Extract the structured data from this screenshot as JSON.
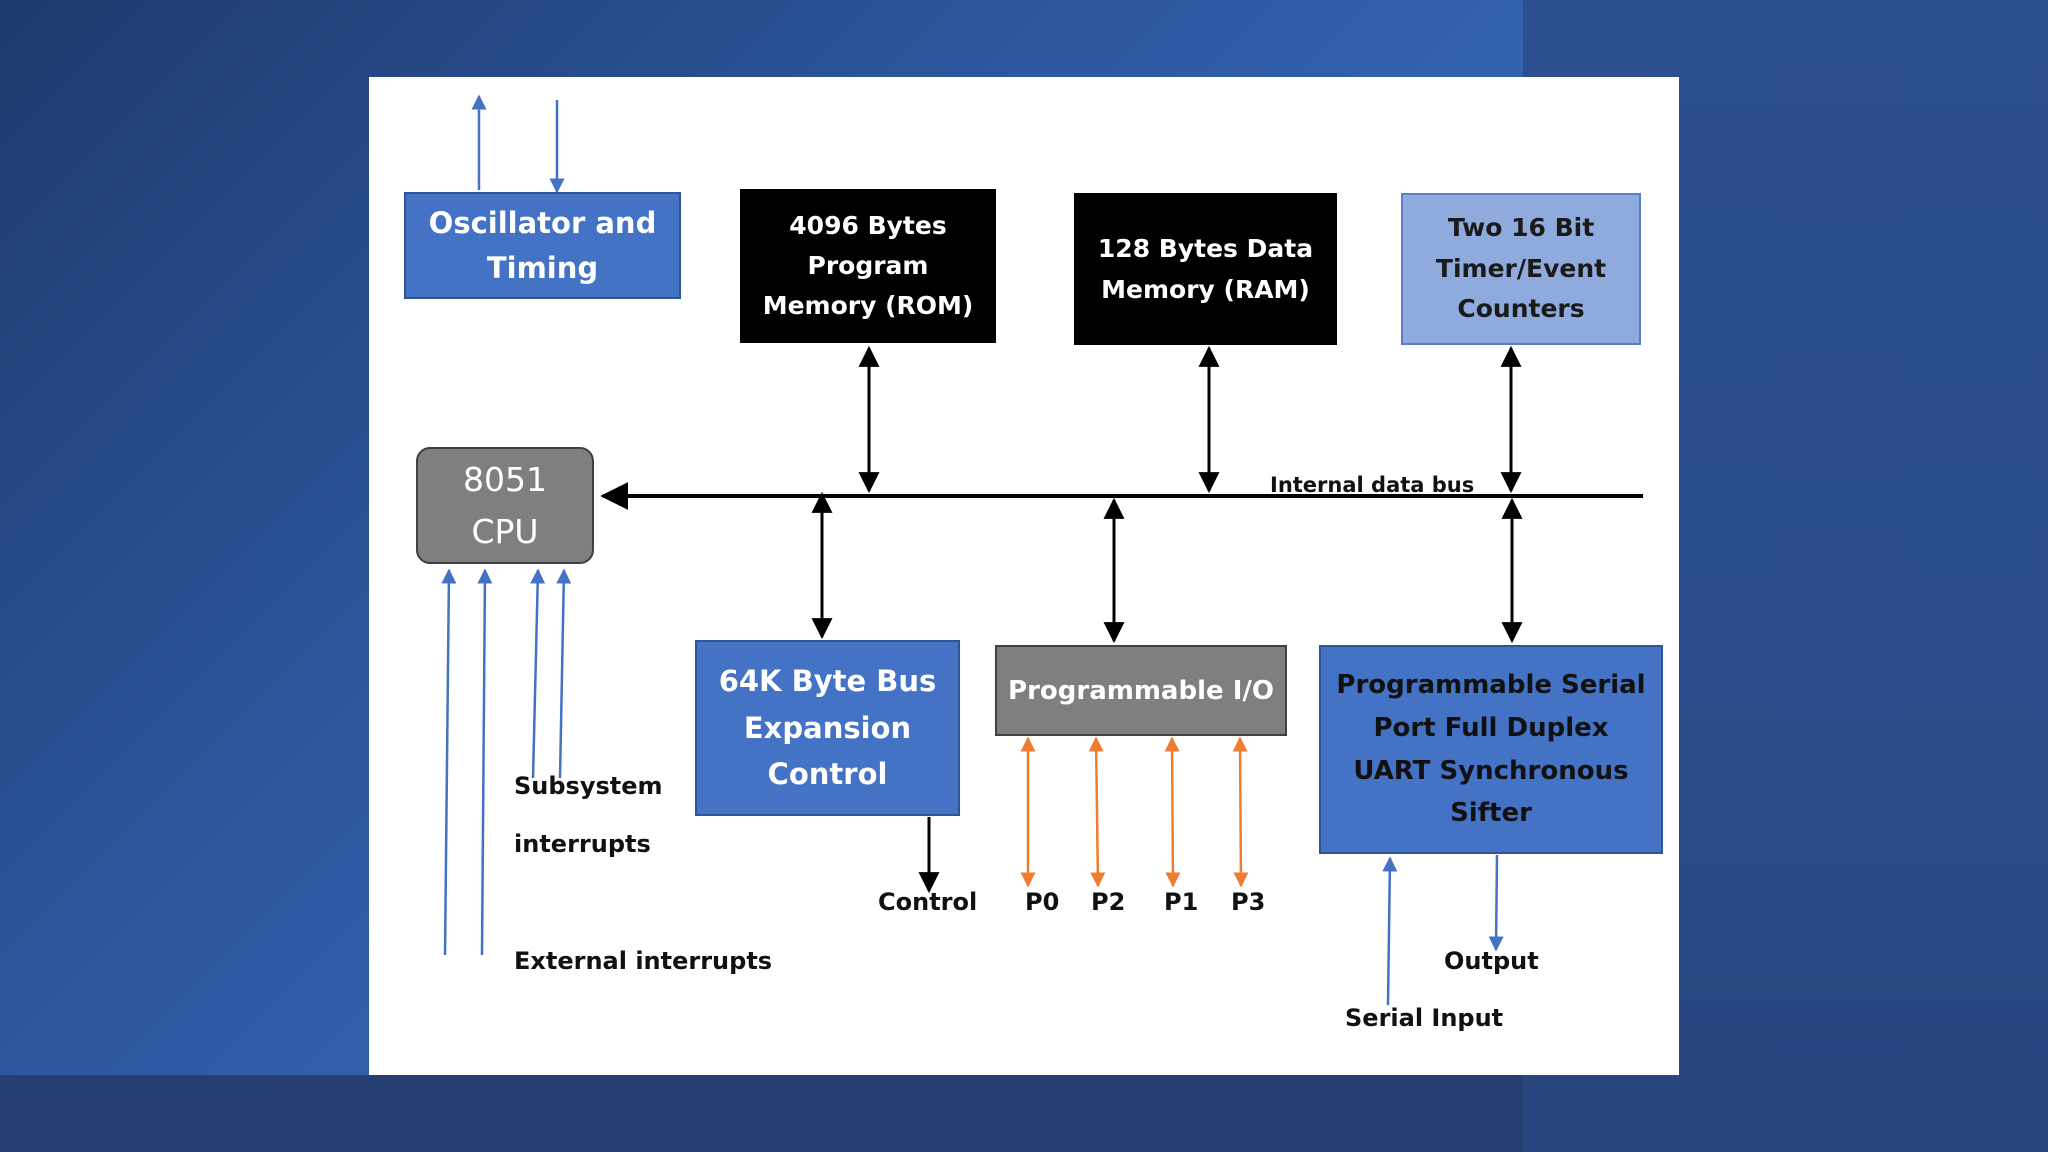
{
  "boxes": {
    "oscillator": "Oscillator and\nTiming",
    "rom": "4096 Bytes\nProgram\nMemory  (ROM)",
    "ram": "128 Bytes  Data\nMemory  (RAM)",
    "timer": "Two 16 Bit\nTimer/Event\nCounters",
    "cpu": "8051\nCPU",
    "bus_expansion": "64K Byte Bus\nExpansion\nControl",
    "prog_io": "Programmable I/O",
    "serial": "Programmable  Serial\nPort Full  Duplex\nUART  Synchronous\nSifter"
  },
  "labels": {
    "internal_bus": "Internal data bus",
    "subsystem": "Subsystem",
    "interrupts": "interrupts",
    "external_interrupts": "External interrupts",
    "control": "Control",
    "p0": "P0",
    "p2": "P2",
    "p1": "P1",
    "p3": "P3",
    "output": "Output",
    "serial_input": "Serial Input"
  },
  "colors": {
    "blue_box": "#4472c4",
    "light_blue_box": "#8faadc",
    "gray_box": "#7f7f7f",
    "black_box": "#000000",
    "blue_arrow": "#4472c4",
    "orange_arrow": "#ed7d31",
    "black_arrow": "#000000"
  }
}
